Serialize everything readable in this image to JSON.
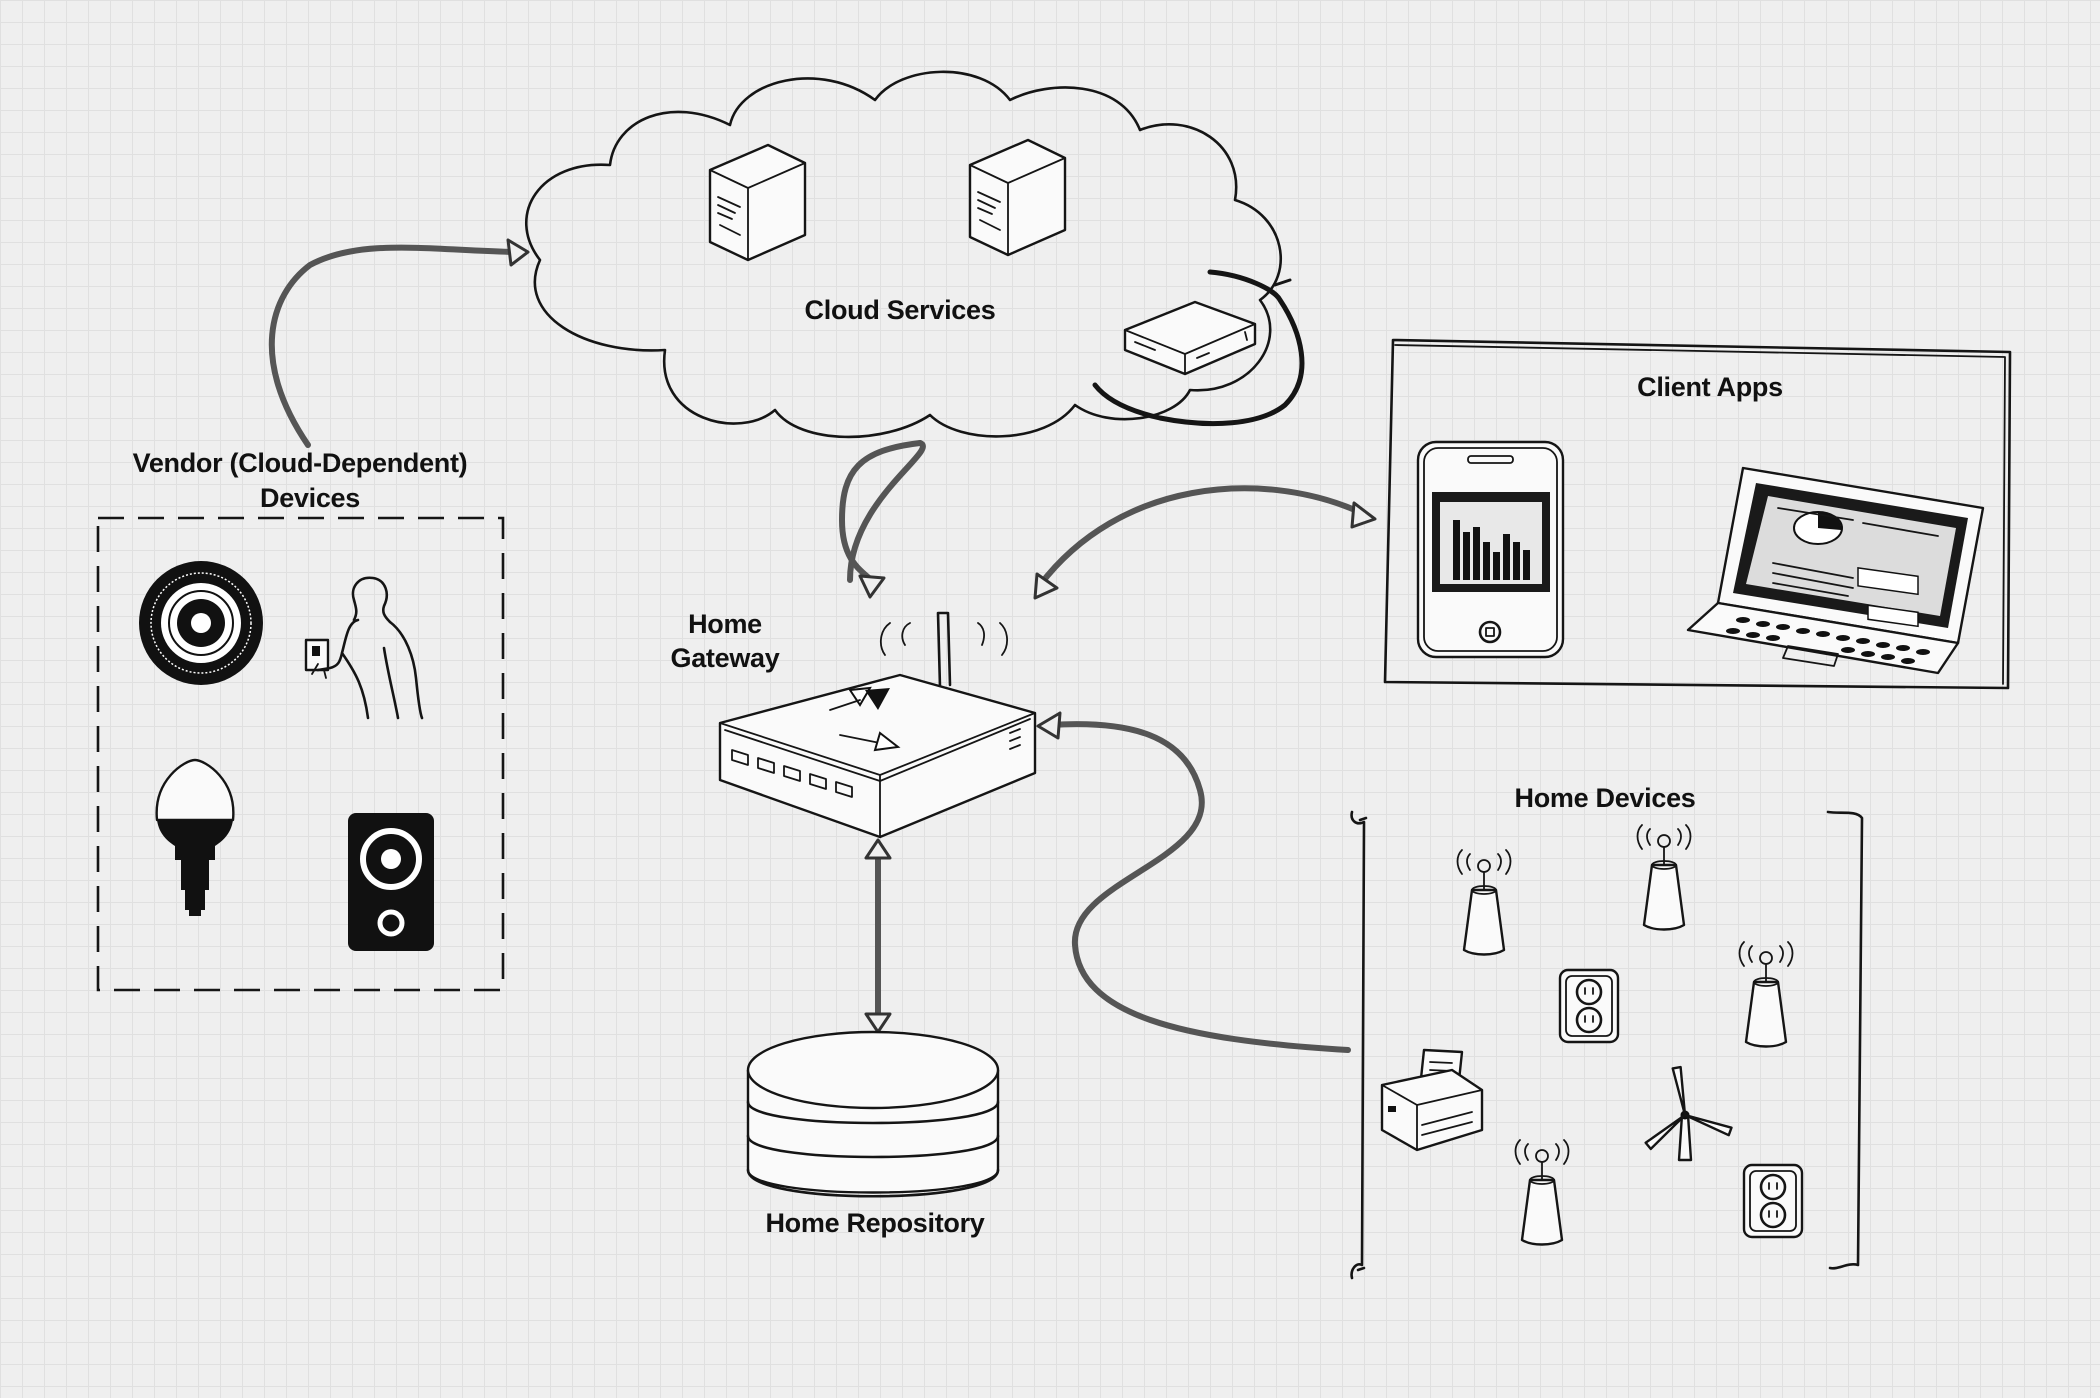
{
  "labels": {
    "cloud_services": "Cloud Services",
    "client_apps": "Client Apps",
    "vendor_line1": "Vendor (Cloud-Dependent)",
    "vendor_line2": "Devices",
    "home_gateway_line1": "Home",
    "home_gateway_line2": "Gateway",
    "home_devices": "Home Devices",
    "home_repository": "Home Repository"
  },
  "icons": {
    "cloud_servers": [
      "server-icon",
      "server-icon",
      "network-appliance-icon"
    ],
    "client_apps": [
      "smartphone-icon",
      "laptop-icon"
    ],
    "vendor_devices": [
      "smart-thermostat-icon",
      "person-at-keypad-icon",
      "light-bulb-icon",
      "speaker-icon"
    ],
    "home_devices": [
      "sensor-antenna-icon",
      "sensor-antenna-icon",
      "power-outlet-icon",
      "sensor-antenna-icon",
      "printer-icon",
      "wind-turbine-icon",
      "sensor-antenna-icon",
      "power-outlet-icon"
    ],
    "gateway": "router-icon",
    "repository": "database-icon"
  },
  "colors": {
    "background": "#efefef",
    "grid": "#e0e0e0",
    "ink": "#151515",
    "connector": "#555555"
  }
}
